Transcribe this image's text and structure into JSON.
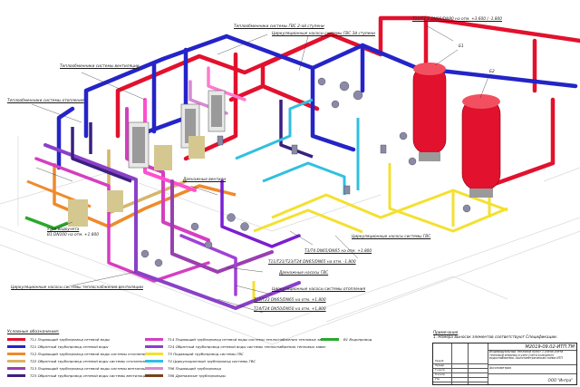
{
  "labels": {
    "heat_exchangers_gvs_top": "Теплообменники системы ГВС 2-ой ступени",
    "circ_pumps_gvs_top": "Циркуляционные насосы системы ГВС 3й ступени",
    "pipe_spec_top_right": "Т11/Т2 2 DN80/DN80 на отм. +3.600 / -1.800",
    "heat_exchangers_vent": "Теплообменники системы вентиляции",
    "heat_exchangers_heating": "Теплообменники системы отопления",
    "drain_valves": "Дренажные вентили",
    "water_meter_unit": "Узел водоучета",
    "water_meter_pipe": "В1 DN100 на отм. +1.800",
    "circ_pumps_vent": "Циркуляционные насосы системы теплоснабжения вентиляции",
    "pipe_spec_mid1": "Т11/Т21/Т23/Т24 DN65/DN65 на отм. -1.800",
    "drain_pumps_gvs": "Дренажные насосы ГВС",
    "circ_pumps_heating": "Циркуляционные насосы системы отопления",
    "pipe_spec_mid2": "Т13/Т23 DN65/DN65 на отм. +1.800",
    "pipe_spec_mid3": "Т14/Т24 DN50/DN50 на отм. +1.800",
    "circ_pumps_gvs_right": "Циркуляционные насосы системы ГВС",
    "pipe_spec_right": "Т3/Т4 DN65/DN65 на отм. +1.800",
    "tank_top": "Б1",
    "tank_bottom": "Б2"
  },
  "legend": {
    "title": "Условные обозначения:",
    "items": [
      {
        "color": "#e2112d",
        "text": "Т11 Подающий трубопровод сетевой воды"
      },
      {
        "color": "#2424c8",
        "text": "Т21 Обратный трубопровод сетевой воды"
      },
      {
        "color": "#f08a2a",
        "text": "Т12 Подающий трубопровод сетевой воды системы отопления"
      },
      {
        "color": "#d6b46a",
        "text": "Т22 Обратный трубопровод сетевой воды системы отопления"
      },
      {
        "color": "#9a3fb0",
        "text": "Т13 Подающий трубопровод сетевой воды системы вентиляции"
      },
      {
        "color": "#3a2080",
        "text": "Т23 Обратный трубопровод сетевой воды системы вентиляции"
      },
      {
        "color": "#d43fc0",
        "text": "Т14 Подающий трубопровод сетевой воды системы теплоснабжения тепловых завес"
      },
      {
        "color": "#8a40c8",
        "text": "Т24 Обратный трубопровод сетевой воды системы теплоснабжения тепловых завес"
      },
      {
        "color": "#f4e030",
        "text": "Т3 Подающий трубопровод системы ГВС"
      },
      {
        "color": "#30c0e0",
        "text": "Т4 Циркуляционный трубопровод системы ГВС"
      },
      {
        "color": "#d68ad0",
        "text": "Т96 Подающий трубопровод"
      },
      {
        "color": "#7a4020",
        "text": "Т86 Дренажные трубопроводы"
      },
      {
        "color": "#2aa82a",
        "text": "В1 Водопровод"
      }
    ]
  },
  "notes": {
    "title": "Примечания",
    "text": "1. Номера выносок элементов соответствуют Спецификации."
  },
  "stamp": {
    "code": "М2019-09.02-ИТП.ТМ",
    "description": "Индивидуальный тепловой пункт 1 узела учета тепловой энергии и узел учета холодного водоснабжения. Аксонометрическая схема ИТП",
    "sheet": "Аксонометрия",
    "company": "ООО \"Интра\"",
    "rows": [
      "Разраб.",
      "Провер.",
      "Т.контр.",
      "Н.контр.",
      "Утв."
    ]
  }
}
